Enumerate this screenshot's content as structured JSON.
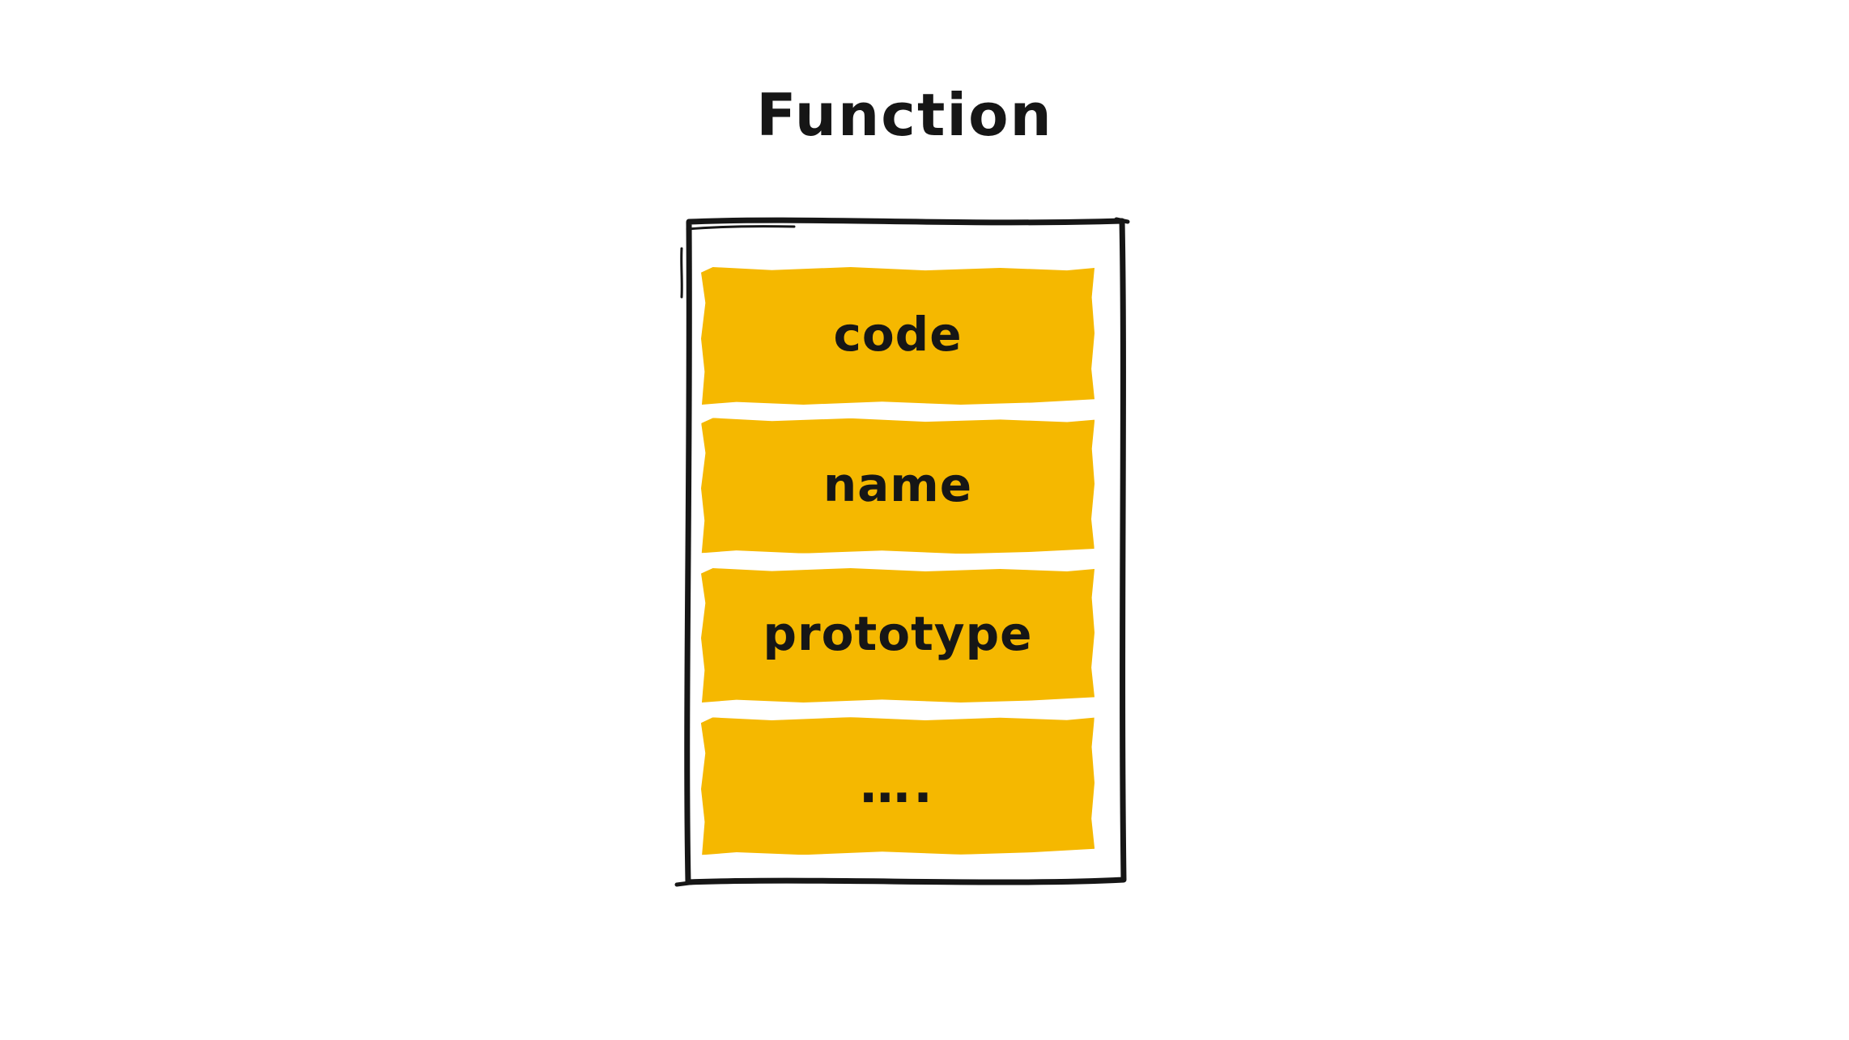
{
  "page": {
    "background": "#FFFFFF"
  },
  "diagram": {
    "title": "Function",
    "colors": {
      "slot_fill": "#F5B800",
      "outline": "#161616",
      "label_text": "#161616",
      "background": "#FFFFFF"
    },
    "box": {
      "slots": [
        {
          "label": "code"
        },
        {
          "label": "name"
        },
        {
          "label": "prototype"
        },
        {
          "label": "…."
        }
      ]
    }
  }
}
